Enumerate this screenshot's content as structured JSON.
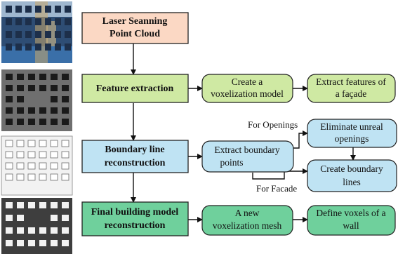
{
  "colors": {
    "step1": "#fbd8c4",
    "step2": "#cfe9a3",
    "step3": "#bfe3f3",
    "step4": "#6fd09c",
    "stroke": "#222222",
    "arrow": "#111111"
  },
  "thumbnails": [
    {
      "name": "photo",
      "icon": "building-photo-icon"
    },
    {
      "name": "features",
      "icon": "voxel-features-icon"
    },
    {
      "name": "boundary",
      "icon": "boundary-lines-icon"
    },
    {
      "name": "final",
      "icon": "voxel-model-icon"
    }
  ],
  "steps": {
    "step1": {
      "line1": "Laser Seanning",
      "line2": "Point Cloud"
    },
    "step2": {
      "line1": "Feature extraction"
    },
    "step3": {
      "line1": "Boundary line",
      "line2": "reconstruction"
    },
    "step4": {
      "line1": "Final building model",
      "line2": "reconstruction"
    }
  },
  "sub": {
    "voxelization": {
      "line1": "Create a",
      "line2": "voxelization model"
    },
    "facade_features": {
      "line1": "Extract features of",
      "line2": "a façade"
    },
    "extract_boundary": {
      "line1": "Extract boundary",
      "line2": "points"
    },
    "eliminate": {
      "line1": "Eliminate unreal",
      "line2": "openings"
    },
    "create_boundary": {
      "line1": "Create boundary",
      "line2": "lines"
    },
    "mesh": {
      "line1": "A new",
      "line2": "voxelization mesh"
    },
    "wall": {
      "line1": "Define voxels of a",
      "line2": "wall"
    }
  },
  "labels": {
    "for_openings": "For Openings",
    "for_facade": "For Facade"
  }
}
